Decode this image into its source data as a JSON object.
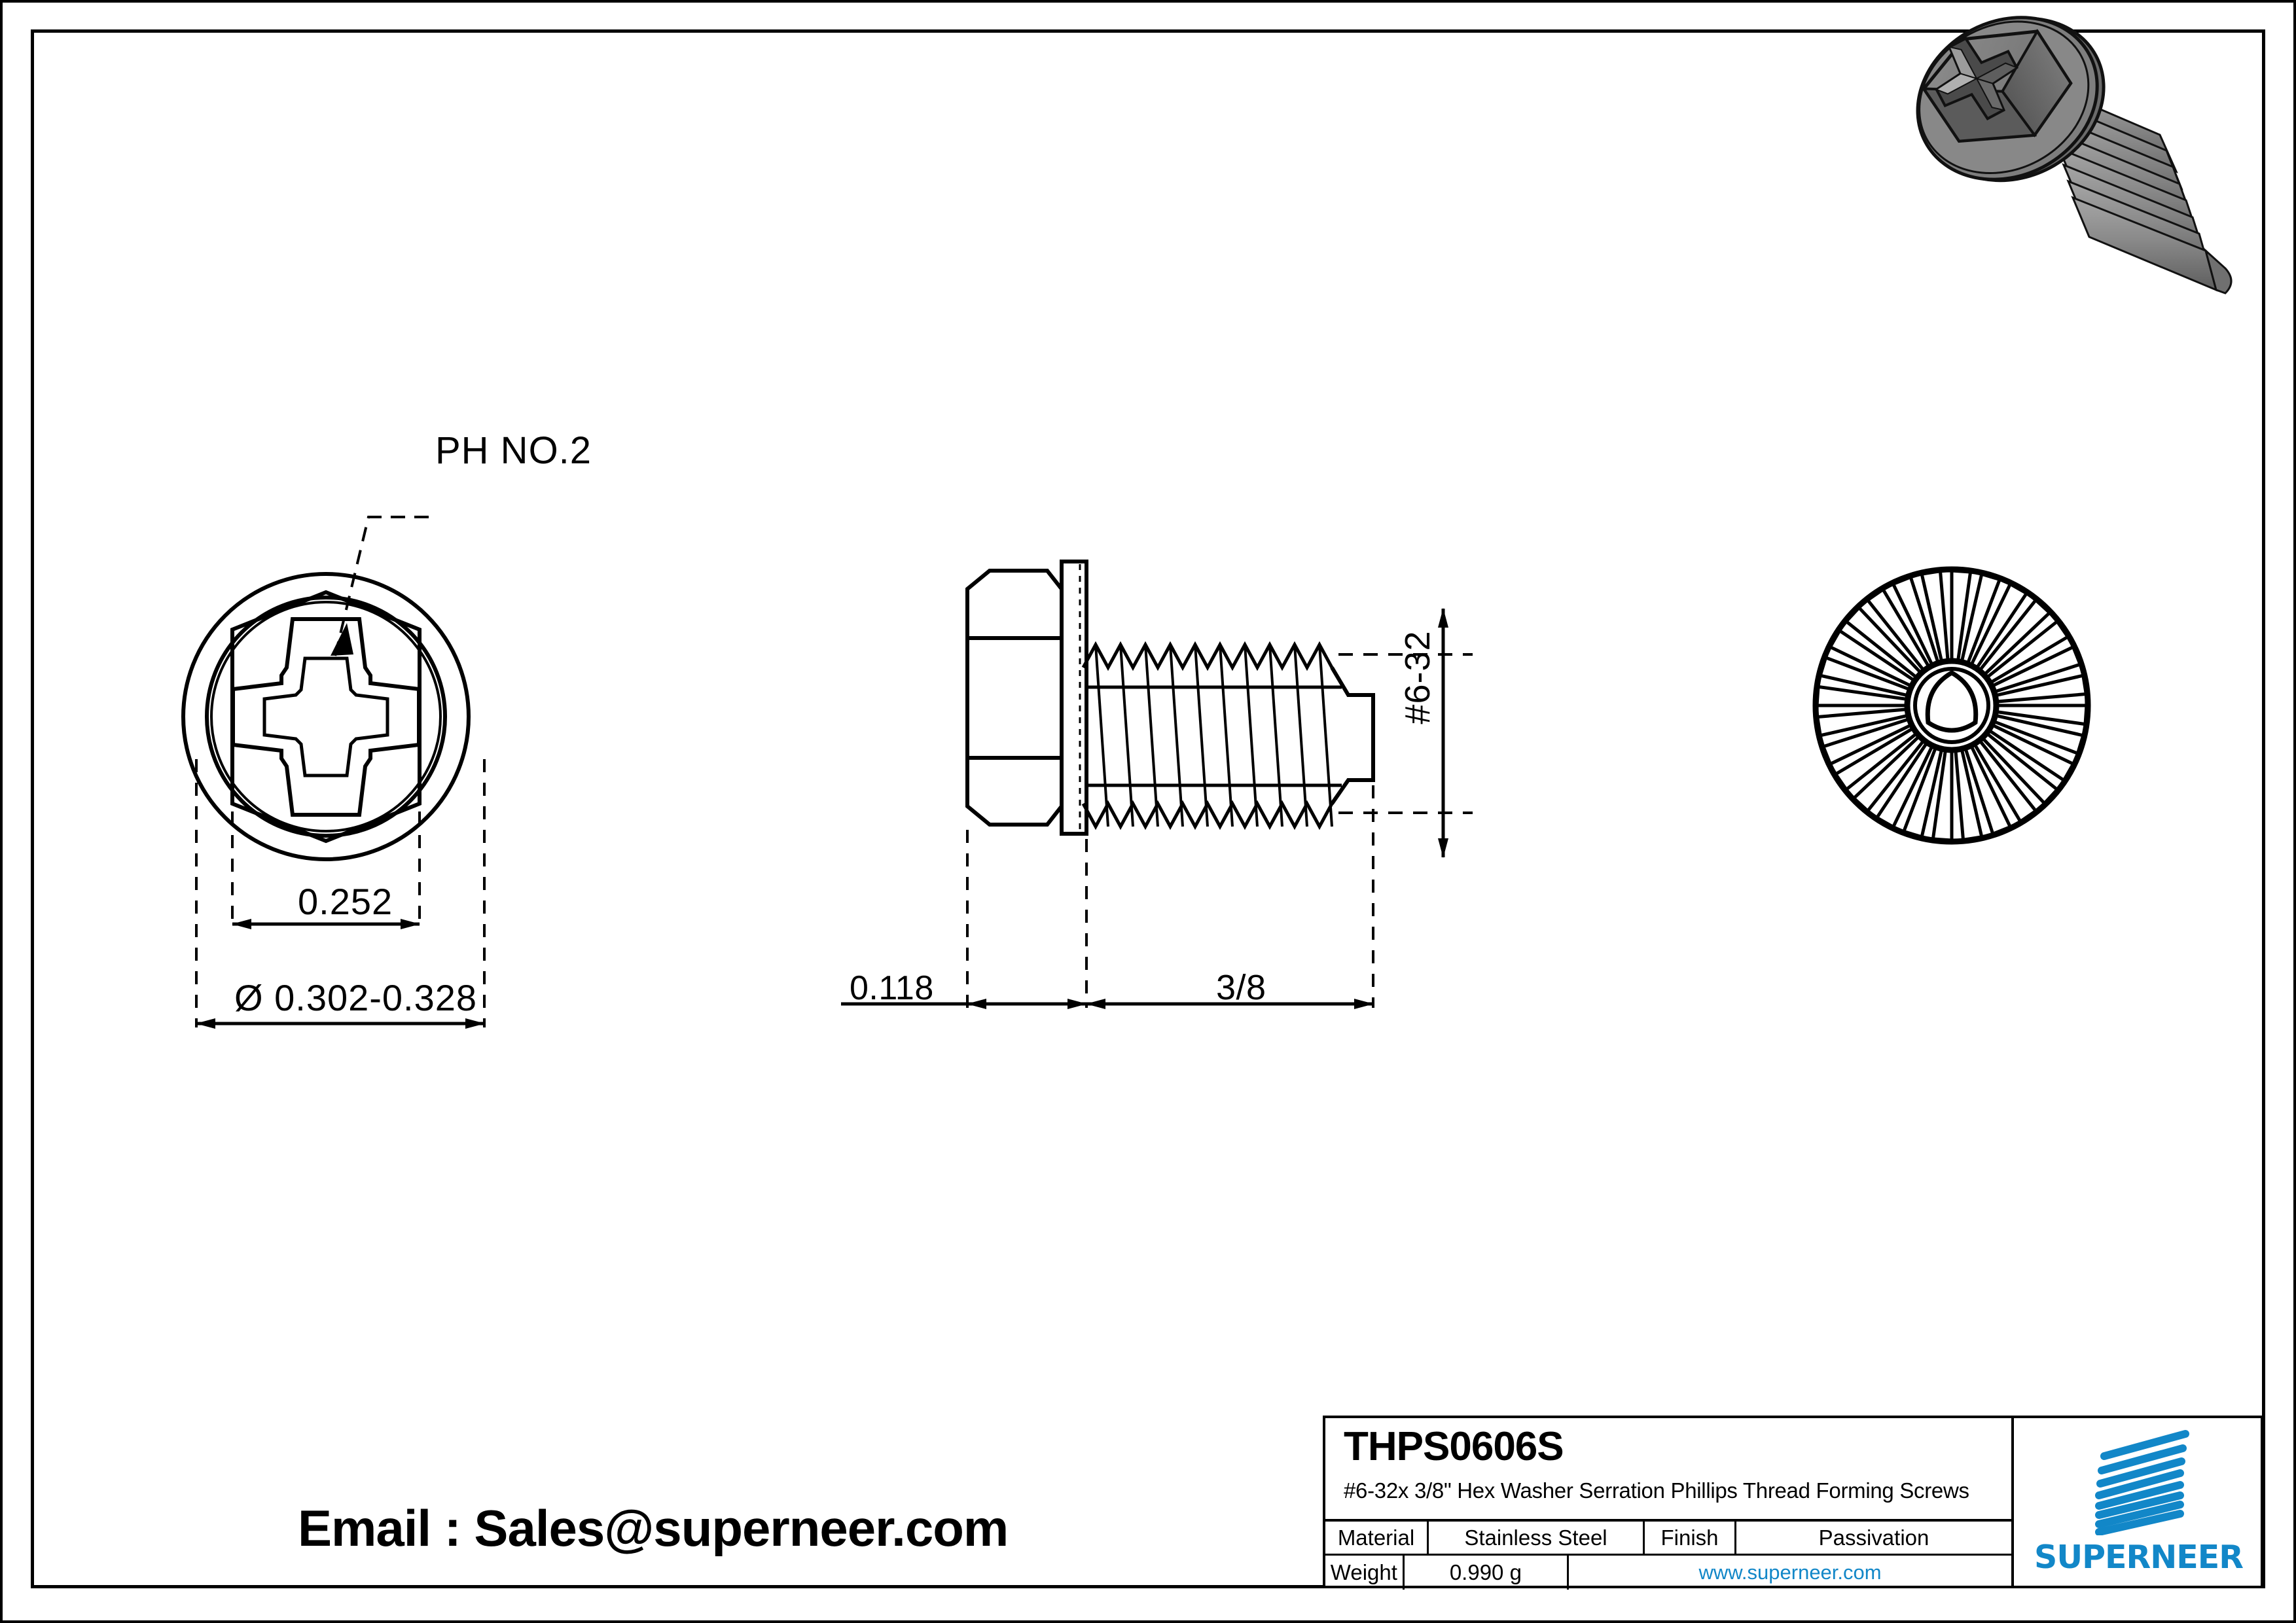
{
  "document": {
    "type": "engineering-drawing",
    "sheet_background": "#ffffff",
    "line_color": "#000000",
    "brand_color": "#1287c8"
  },
  "annotations": {
    "drive_callout": "PH NO.2",
    "head_across_flats": "0.252",
    "washer_diameter": "Ø 0.302-0.328",
    "head_height": "0.118",
    "thread_length": "3/8",
    "thread_size": "#6-32"
  },
  "email_line": "Email : Sales@superneer.com",
  "title_block": {
    "part_number": "THPS0606S",
    "description": "#6-32x 3/8\" Hex Washer Serration Phillips Thread Forming  Screws",
    "material_label": "Material",
    "material_value": "Stainless Steel",
    "finish_label": "Finish",
    "finish_value": "Passivation",
    "weight_label": "Weight",
    "weight_value": "0.990 g",
    "website": "www.superneer.com"
  },
  "logo": {
    "wordmark": "SUPERNEER",
    "bar_count": 8,
    "color": "#1287c8"
  },
  "views": {
    "top_view": {
      "name": "top-view-hex-phillips",
      "description": "Top view of hex washer head with Phillips cross recess"
    },
    "side_view": {
      "name": "side-view-screw-profile",
      "description": "Side profile with hex head, washer flange and thread-forming shank"
    },
    "bottom_view": {
      "name": "bottom-view-serration",
      "description": "Underside view showing radial serrations on washer face",
      "serration_count": 28
    },
    "isometric": {
      "name": "isometric-render",
      "description": "3D shaded render of the screw",
      "body_color": "#787878",
      "shade_dark": "#4c4c4c",
      "shade_light": "#9a9a9a"
    }
  }
}
